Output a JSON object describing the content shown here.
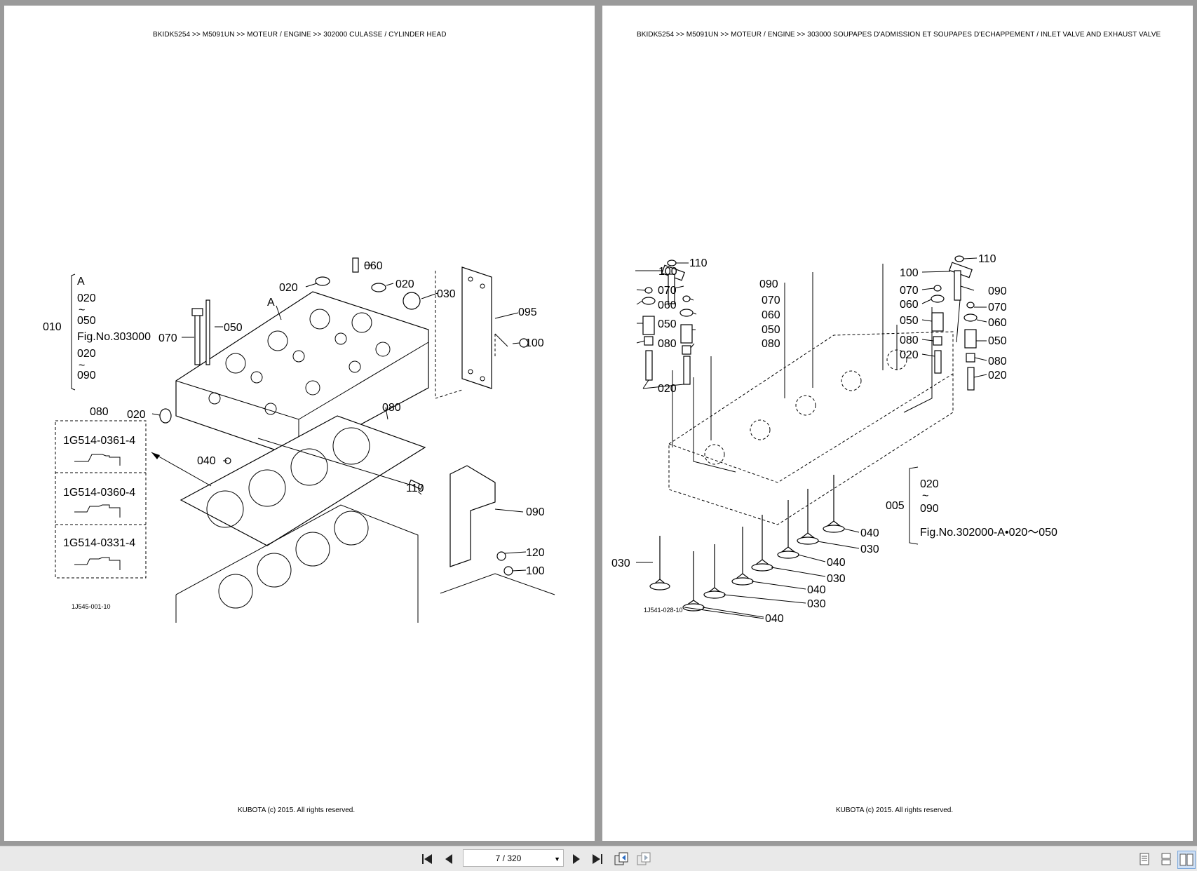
{
  "left_page": {
    "header": "BKIDK5254 >> M5091UN >> MOTEUR / ENGINE >> 302000   CULASSE / CYLINDER HEAD",
    "footer": "KUBOTA (c) 2015. All rights reserved.",
    "figure_id": "1J545-001-10",
    "callouts": {
      "c010": "010",
      "cA1": "A",
      "c020a": "020",
      "c050a": "050",
      "cfig": "Fig.No.303000",
      "c020b": "020",
      "c090a": "090",
      "cA2": "A",
      "c060": "060",
      "c020c": "020",
      "c020d": "020",
      "c030": "030",
      "c095": "095",
      "c100a": "100",
      "c070": "070",
      "c050": "050",
      "c020e": "020",
      "c080top": "080",
      "c080": "080",
      "c040": "040",
      "c110": "110",
      "c090": "090",
      "c120": "120",
      "c100b": "100",
      "tilde1": "~",
      "tilde2": "~"
    },
    "gasket_options": [
      "1G514-0361-4",
      "1G514-0360-4",
      "1G514-0331-4"
    ]
  },
  "right_page": {
    "header": "BKIDK5254 >> M5091UN >> MOTEUR / ENGINE >> 303000   SOUPAPES D'ADMISSION ET SOUPAPES D'ECHAPPEMENT / INLET VALVE AND EXHAUST VALVE",
    "footer": "KUBOTA (c) 2015. All rights reserved.",
    "figure_id": "1J541-028-10",
    "callouts": {
      "l100": "100",
      "l110": "110",
      "l070": "070",
      "l090": "090",
      "l060": "060",
      "l070b": "070",
      "l050": "050",
      "l060b": "060",
      "l080": "080",
      "l050b": "050",
      "l080b": "080",
      "l020": "020",
      "r110": "110",
      "r100": "100",
      "r070": "070",
      "r090": "090",
      "r060": "060",
      "r070b": "070",
      "r050": "050",
      "r060b": "060",
      "r080": "080",
      "r050b": "050",
      "r020": "020",
      "r080b": "080",
      "r020b": "020",
      "b030": "030",
      "b040a": "040",
      "b030a": "030",
      "b040b": "040",
      "b030b": "030",
      "b040c": "040",
      "b030c": "030",
      "b040d": "040",
      "k020": "020",
      "k090": "090",
      "k005": "005",
      "kfig": "Fig.No.302000-A•020～050",
      "tilde": "~"
    }
  },
  "toolbar": {
    "page_indicator": "7 / 320",
    "first_icon": "first-page-icon",
    "prev_icon": "previous-page-icon",
    "next_icon": "next-page-icon",
    "last_icon": "last-page-icon"
  }
}
